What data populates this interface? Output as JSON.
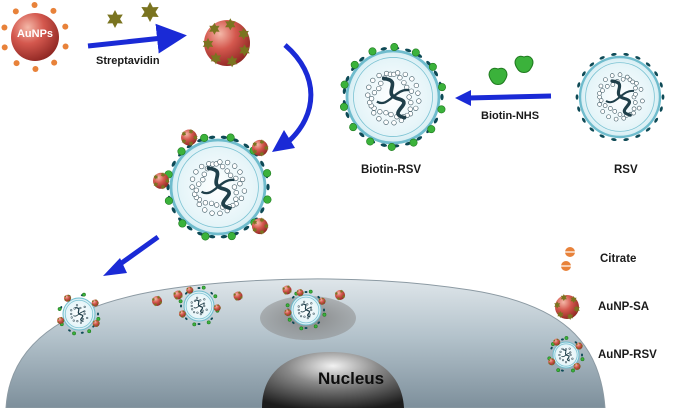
{
  "labels": {
    "aunps": "AuNPs",
    "streptavidin": "Streptavidin",
    "biotin_nhs": "Biotin-NHS",
    "biotin_rsv": "Biotin-RSV",
    "rsv": "RSV",
    "nucleus": "Nucleus"
  },
  "legend": {
    "citrate": "Citrate",
    "aunp_sa": "AuNP-SA",
    "aunp_rsv": "AuNP-RSV"
  },
  "colors": {
    "gold_np": "#c0403d",
    "citrate": "#e8823a",
    "streptavidin": "#7a7420",
    "biotin": "#3bb23b",
    "arrow": "#1a2ad6",
    "membrane": "#0e4a56",
    "virus_fill": "#d9eef4",
    "cell": "#a9b8c2",
    "nucleus": "#333333"
  }
}
